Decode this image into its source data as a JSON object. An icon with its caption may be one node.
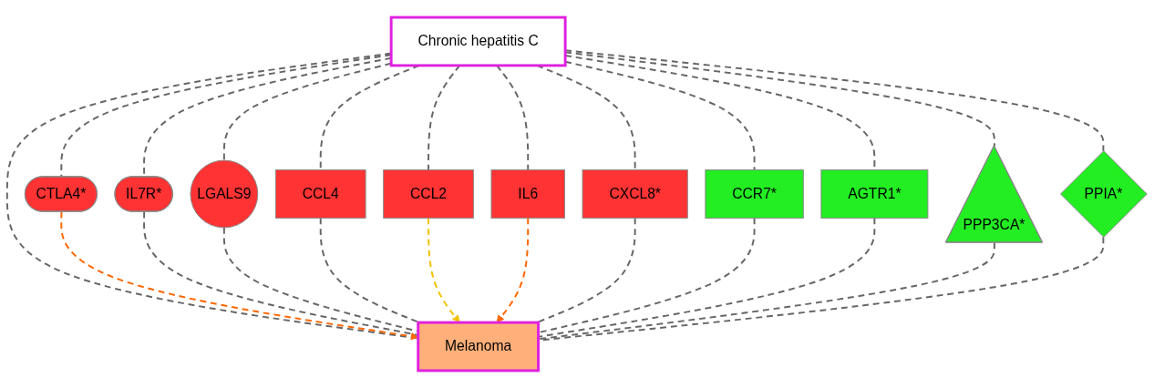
{
  "diagram": {
    "nodes": [
      {
        "text": [
          "Chronic hepatitis C"
        ]
      },
      {
        "text": [
          "CTLA4*"
        ]
      },
      {
        "text": [
          "IL7R*"
        ]
      },
      {
        "text": [
          "LGALS9"
        ]
      },
      {
        "text": [
          "CCL4"
        ]
      },
      {
        "text": [
          "CCL2"
        ]
      },
      {
        "text": [
          "IL6"
        ]
      },
      {
        "text": [
          "CXCL8*"
        ]
      },
      {
        "text": [
          "CCR7*"
        ]
      },
      {
        "text": [
          "AGTR1*"
        ]
      },
      {
        "text": [
          "PPP3CA*"
        ]
      },
      {
        "text": [
          "PPIA*"
        ]
      },
      {
        "text": [
          "Melanoma"
        ]
      }
    ],
    "edges": [
      {
        "from": 0,
        "to": 1,
        "arrow": "none",
        "style": "dashed"
      },
      {
        "from": 0,
        "to": 2,
        "arrow": "none",
        "style": "dashed"
      },
      {
        "from": 0,
        "to": 3,
        "arrow": "none",
        "style": "dashed"
      },
      {
        "from": 0,
        "to": 4,
        "arrow": "none",
        "style": "dashed"
      },
      {
        "from": 0,
        "to": 5,
        "arrow": "none",
        "style": "dashed"
      },
      {
        "from": 0,
        "to": 6,
        "arrow": "none",
        "style": "dashed"
      },
      {
        "from": 0,
        "to": 7,
        "arrow": "none",
        "style": "dashed"
      },
      {
        "from": 0,
        "to": 8,
        "arrow": "none",
        "style": "dashed"
      },
      {
        "from": 0,
        "to": 9,
        "arrow": "none",
        "style": "dashed"
      },
      {
        "from": 0,
        "to": 10,
        "arrow": "none",
        "style": "dashed"
      },
      {
        "from": 0,
        "to": 11,
        "arrow": "none",
        "style": "dashed"
      },
      {
        "from": 0,
        "to": 12,
        "arrow": "none",
        "style": "dashed"
      },
      {
        "from": 1,
        "to": 12,
        "arrow": "to",
        "style": "dashed",
        "color": "#ff6600"
      },
      {
        "from": 2,
        "to": 12,
        "arrow": "none",
        "style": "dashed"
      },
      {
        "from": 3,
        "to": 12,
        "arrow": "none",
        "style": "dashed"
      },
      {
        "from": 4,
        "to": 12,
        "arrow": "none",
        "style": "dashed"
      },
      {
        "from": 5,
        "to": 12,
        "arrow": "to",
        "style": "dashed",
        "color": "#f2c200"
      },
      {
        "from": 6,
        "to": 12,
        "arrow": "to",
        "style": "dashed",
        "color": "#ff6600"
      },
      {
        "from": 7,
        "to": 12,
        "arrow": "none",
        "style": "dashed"
      },
      {
        "from": 8,
        "to": 12,
        "arrow": "none",
        "style": "dashed"
      },
      {
        "from": 9,
        "to": 12,
        "arrow": "none",
        "style": "dashed"
      },
      {
        "from": 10,
        "to": 12,
        "arrow": "none",
        "style": "dashed"
      },
      {
        "from": 11,
        "to": 12,
        "arrow": "none",
        "style": "dashed"
      }
    ]
  }
}
